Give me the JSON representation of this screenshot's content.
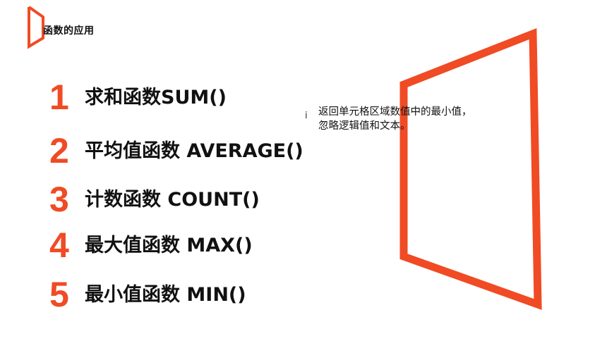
{
  "header": {
    "title": "函数的应用"
  },
  "list": {
    "items": [
      {
        "number": "1",
        "label": "求和函数SUM()"
      },
      {
        "number": "2",
        "label": "平均值函数 AVERAGE()"
      },
      {
        "number": "3",
        "label": "计数函数 COUNT()"
      },
      {
        "number": "4",
        "label": "最大值函数 MAX()"
      },
      {
        "number": "5",
        "label": "最小值函数 MIN()"
      }
    ]
  },
  "description": {
    "marker": "i",
    "line1": "返回单元格区域数值中的最小值，",
    "line2": "忽略逻辑值和文本。"
  },
  "colors": {
    "accent": "#f04b24",
    "text": "#111111",
    "background": "#ffffff"
  }
}
